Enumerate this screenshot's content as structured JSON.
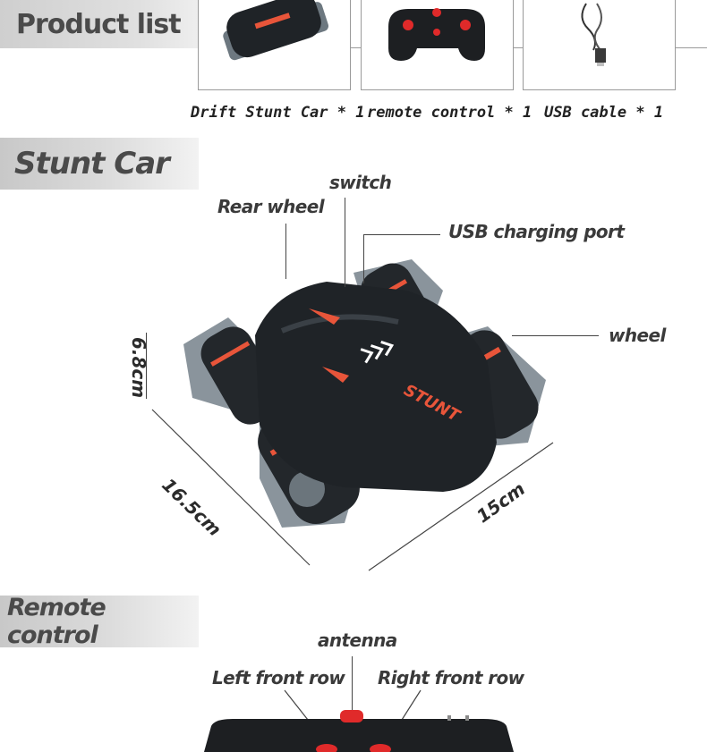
{
  "product_list": {
    "title": "Product list",
    "items": [
      {
        "caption": "Drift Stunt Car * 1",
        "icon": "stunt-car-image"
      },
      {
        "caption": "remote control * 1",
        "icon": "remote-control-image"
      },
      {
        "caption": "USB cable * 1",
        "icon": "usb-cable-image"
      }
    ]
  },
  "stunt_car": {
    "title": "Stunt Car",
    "car_text": "STUNT",
    "labels": {
      "switch": "switch",
      "rear_wheel": "Rear wheel",
      "usb_port": "USB charging port",
      "wheel": "wheel"
    },
    "dimensions": {
      "height": "6.8cm",
      "length": "16.5cm",
      "width": "15cm"
    }
  },
  "remote_control": {
    "title": "Remote control",
    "labels": {
      "antenna": "antenna",
      "left_front_row": "Left front row",
      "right_front_row": "Right front row"
    }
  },
  "colors": {
    "accent": "#e8553a",
    "car_body": "#1f2327",
    "wheel_gray": "#8a949c"
  }
}
